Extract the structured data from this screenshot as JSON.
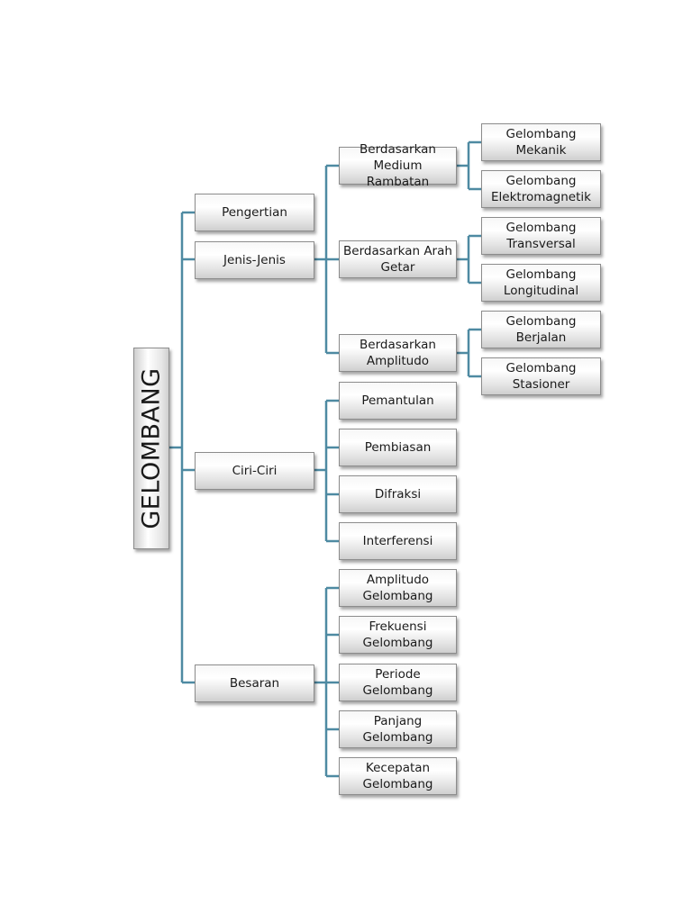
{
  "diagram": {
    "root": "GELOMBANG",
    "line_color": "#4e8aa2",
    "level1": [
      "Pengertian",
      "Jenis-Jenis",
      "Ciri-Ciri",
      "Besaran"
    ],
    "jenis": [
      "Berdasarkan\nMedium Rambatan",
      "Berdasarkan Arah\nGetar",
      "Berdasarkan\nAmplitudo"
    ],
    "jenis_sub": [
      "Gelombang\nMekanik",
      "Gelombang\nElektromagnetik",
      "Gelombang\nTransversal",
      "Gelombang\nLongitudinal",
      "Gelombang\nBerjalan",
      "Gelombang\nStasioner"
    ],
    "ciri": [
      "Pemantulan",
      "Pembiasan",
      "Difraksi",
      "Interferensi"
    ],
    "besaran": [
      "Amplitudo\nGelombang",
      "Frekuensi\nGelombang",
      "Periode Gelombang",
      "Panjang\nGelombang",
      "Kecepatan\nGelombang"
    ]
  }
}
